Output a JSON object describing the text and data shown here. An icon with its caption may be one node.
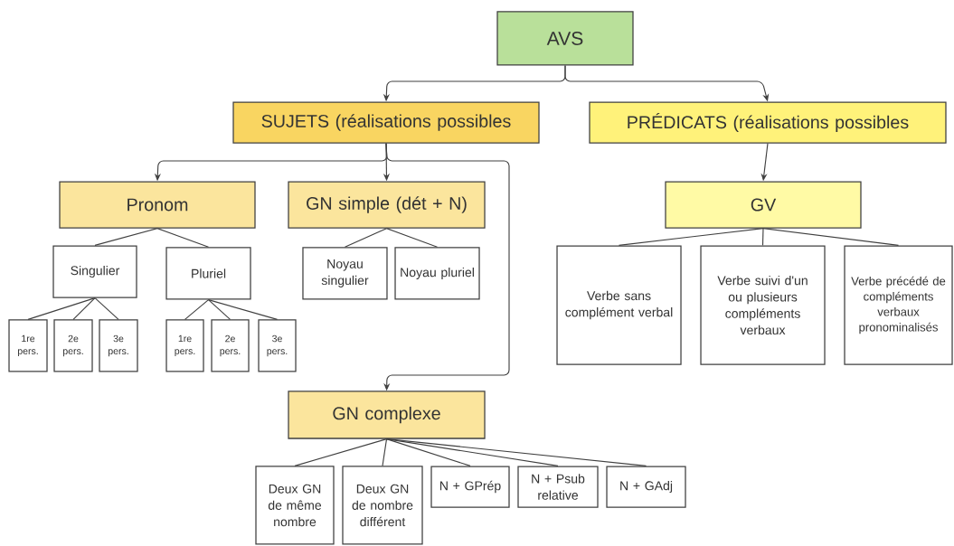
{
  "diagram": {
    "nodes": [
      {
        "text": [
          "AVS"
        ]
      },
      {
        "text": [
          "SUJETS (réalisations possibles"
        ]
      },
      {
        "text": [
          "PRÉDICATS (réalisations possibles"
        ]
      },
      {
        "text": [
          "Pronom"
        ]
      },
      {
        "text": [
          "GN simple (dét + N)"
        ]
      },
      {
        "text": [
          "GV"
        ]
      },
      {
        "text": [
          "Singulier"
        ]
      },
      {
        "text": [
          "Pluriel"
        ]
      },
      {
        "text": [
          "Noyau singulier"
        ]
      },
      {
        "text": [
          "Noyau pluriel"
        ]
      },
      {
        "text": [
          "1re pers."
        ]
      },
      {
        "text": [
          "2e pers."
        ]
      },
      {
        "text": [
          "3e pers."
        ]
      },
      {
        "text": [
          "1re pers."
        ]
      },
      {
        "text": [
          "2e pers."
        ]
      },
      {
        "text": [
          "3e pers."
        ]
      },
      {
        "text": [
          "Verbe sans complément verbal"
        ]
      },
      {
        "text": [
          "Verbe suivi d'un ou plusieurs compléments verbaux"
        ]
      },
      {
        "text": [
          "Verbe précédé de compléments verbaux pronominalisés"
        ]
      },
      {
        "text": [
          "GN complexe"
        ]
      },
      {
        "text": [
          "Deux GN de même nombre"
        ]
      },
      {
        "text": [
          "Deux GN de nombre différent"
        ]
      },
      {
        "text": [
          "N + GPrép"
        ]
      },
      {
        "text": [
          "N + Psub relative"
        ]
      },
      {
        "text": [
          "N + GAdj"
        ]
      }
    ],
    "edges": [
      {
        "from": 0,
        "to": 1,
        "arrow": "to"
      },
      {
        "from": 0,
        "to": 2,
        "arrow": "to"
      },
      {
        "from": 1,
        "to": 3,
        "arrow": "to"
      },
      {
        "from": 1,
        "to": 4,
        "arrow": "to"
      },
      {
        "from": 1,
        "to": 19,
        "arrow": "to"
      },
      {
        "from": 2,
        "to": 5,
        "arrow": "to"
      },
      {
        "from": 3,
        "to": 6,
        "arrow": "none"
      },
      {
        "from": 3,
        "to": 7,
        "arrow": "none"
      },
      {
        "from": 4,
        "to": 8,
        "arrow": "none"
      },
      {
        "from": 4,
        "to": 9,
        "arrow": "none"
      },
      {
        "from": 6,
        "to": 10,
        "arrow": "none"
      },
      {
        "from": 6,
        "to": 11,
        "arrow": "none"
      },
      {
        "from": 6,
        "to": 12,
        "arrow": "none"
      },
      {
        "from": 7,
        "to": 13,
        "arrow": "none"
      },
      {
        "from": 7,
        "to": 14,
        "arrow": "none"
      },
      {
        "from": 7,
        "to": 15,
        "arrow": "none"
      },
      {
        "from": 5,
        "to": 16,
        "arrow": "none"
      },
      {
        "from": 5,
        "to": 17,
        "arrow": "none"
      },
      {
        "from": 5,
        "to": 18,
        "arrow": "none"
      },
      {
        "from": 19,
        "to": 20,
        "arrow": "none"
      },
      {
        "from": 19,
        "to": 21,
        "arrow": "none"
      },
      {
        "from": 19,
        "to": 22,
        "arrow": "none"
      },
      {
        "from": 19,
        "to": 23,
        "arrow": "none"
      },
      {
        "from": 19,
        "to": 24,
        "arrow": "none"
      }
    ]
  }
}
